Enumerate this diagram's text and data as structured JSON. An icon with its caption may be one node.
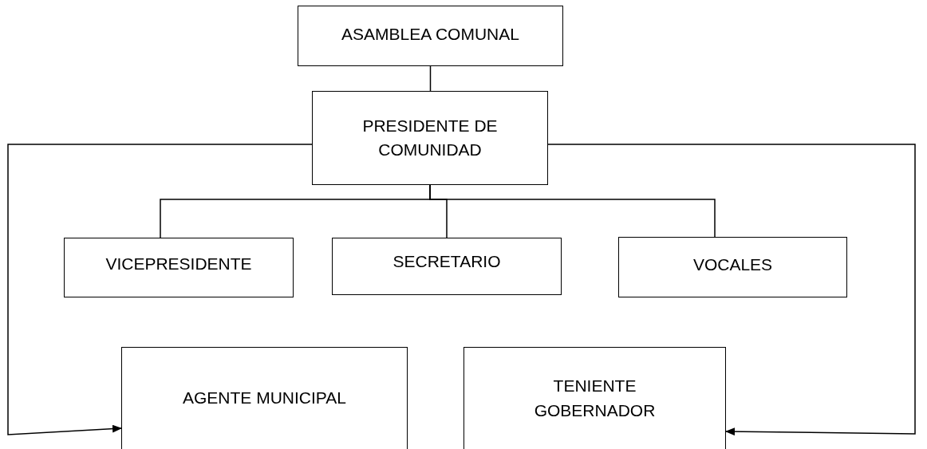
{
  "diagram": {
    "nodes": [
      {
        "text": [
          "ASAMBLEA COMUNAL"
        ]
      },
      {
        "text": [
          "PRESIDENTE DE COMUNIDAD"
        ]
      },
      {
        "text": [
          "VICEPRESIDENTE"
        ]
      },
      {
        "text": [
          "SECRETARIO"
        ]
      },
      {
        "text": [
          "VOCALES"
        ]
      },
      {
        "text": [
          "AGENTE MUNICIPAL"
        ]
      },
      {
        "text": [
          "TENIENTE GOBERNADOR"
        ]
      }
    ],
    "edges": [
      {
        "from": 0,
        "to": 1,
        "arrow": "none"
      },
      {
        "from": 1,
        "to": 2,
        "arrow": "none"
      },
      {
        "from": 1,
        "to": 3,
        "arrow": "none"
      },
      {
        "from": 1,
        "to": 4,
        "arrow": "none"
      },
      {
        "from": 1,
        "to": 5,
        "arrow": "to"
      },
      {
        "from": 1,
        "to": 6,
        "arrow": "to"
      }
    ]
  }
}
